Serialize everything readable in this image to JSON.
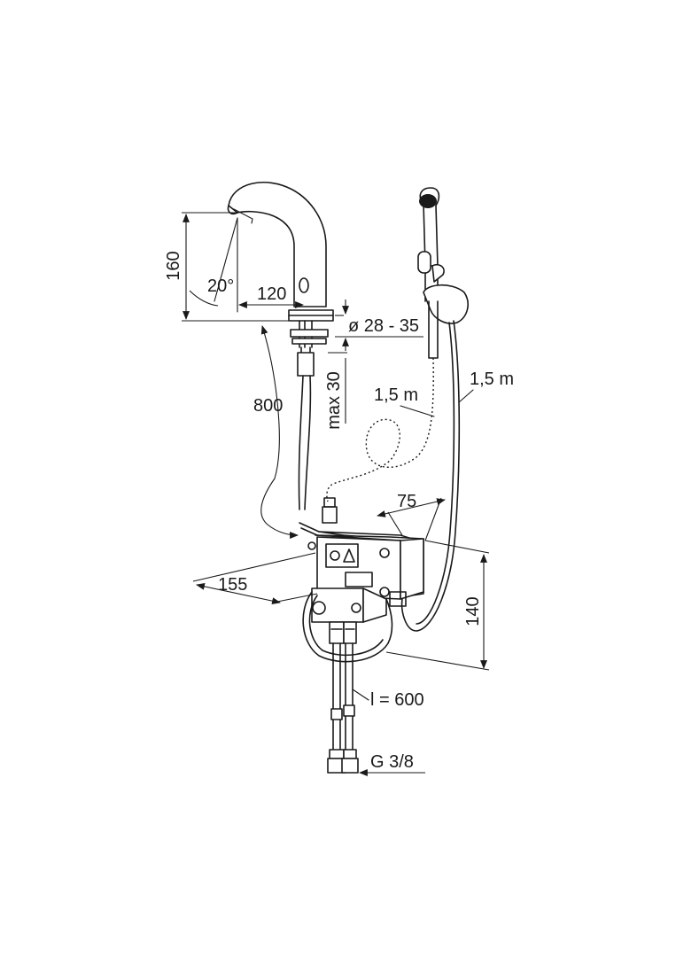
{
  "dimensions": {
    "height_160": "160",
    "angle_20": "20°",
    "reach_120": "120",
    "hole_diameter": "ø 28 - 35",
    "max_30": "max 30",
    "length_800": "800",
    "hose_1_5_left": "1,5 m",
    "hose_1_5_right": "1,5 m",
    "depth_75": "75",
    "width_155": "155",
    "height_140": "140",
    "hose_length": "l = 600",
    "thread": "G 3/8"
  },
  "icons": {
    "control_box_symbol": "circle-triangle-icon"
  }
}
